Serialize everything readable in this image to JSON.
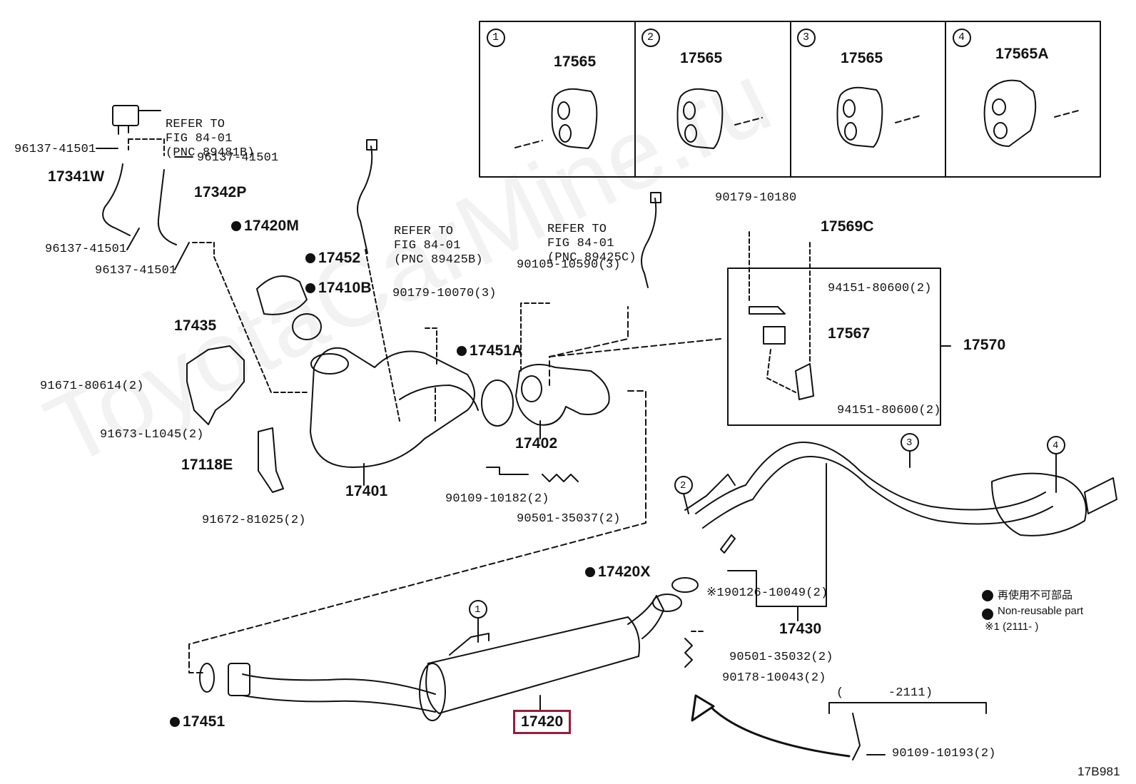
{
  "diagram_code": "17B981",
  "watermark": "ToyotaCarMine.ru",
  "insets": [
    {
      "num": "1",
      "part": "17565"
    },
    {
      "num": "2",
      "part": "17565"
    },
    {
      "num": "3",
      "part": "17565"
    },
    {
      "num": "4",
      "part": "17565A"
    }
  ],
  "refer": [
    {
      "line1": "REFER TO",
      "line2": "FIG 84-01",
      "line3": "(PNC 89481B)"
    },
    {
      "line1": "REFER TO",
      "line2": "FIG 84-01",
      "line3": "(PNC 89425B)"
    },
    {
      "line1": "REFER TO",
      "line2": "FIG 84-01",
      "line3": "(PNC 89425C)"
    }
  ],
  "labels": {
    "p96137_a": "96137-41501",
    "p96137_b": "96137-41501",
    "p96137_c": "96137-41501",
    "p96137_d": "96137-41501",
    "p17341W": "17341W",
    "p17342P": "17342P",
    "p17420M": "17420M",
    "p17452": "17452",
    "p17410B": "17410B",
    "p17435": "17435",
    "p91671": "91671-80614(2)",
    "p91673": "91673-L1045(2)",
    "p17118E": "17118E",
    "p91672": "91672-81025(2)",
    "p17401": "17401",
    "p90179_10070": "90179-10070(3)",
    "p90105": "90105-10590(3)",
    "p17451A": "17451A",
    "p17402": "17402",
    "p90109_10182": "90109-10182(2)",
    "p90501_35037": "90501-35037(2)",
    "p90179_10180": "90179-10180",
    "p17569C": "17569C",
    "p94151_a": "94151-80600(2)",
    "p17567": "17567",
    "p94151_b": "94151-80600(2)",
    "p17570": "17570",
    "p17420X": "17420X",
    "p90126": "※190126-10049(2)",
    "p17430": "17430",
    "p90501_35032": "90501-35032(2)",
    "p90178": "90178-10043(2)",
    "p17451": "17451",
    "p17420": "17420",
    "p2111": "(      -2111)",
    "p90109_10193": "90109-10193(2)"
  },
  "callouts": [
    "1",
    "2",
    "3",
    "4"
  ],
  "legend": {
    "jp": "再使用不可部品",
    "en": "Non-reusable part",
    "note": "※1 (2111-      )"
  }
}
